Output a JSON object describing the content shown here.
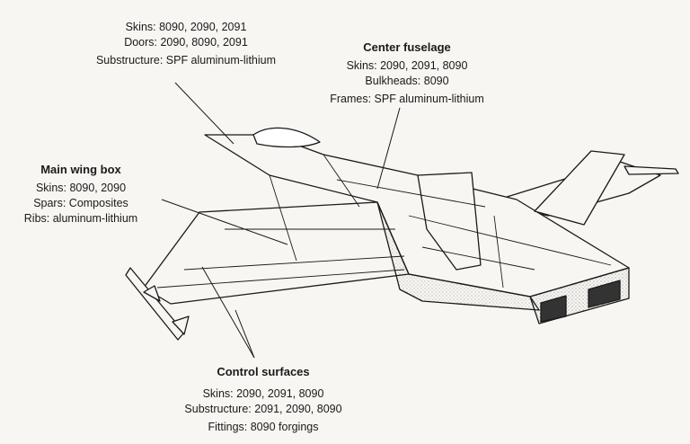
{
  "nose": {
    "lines": [
      "Skins: 8090, 2090, 2091",
      "Doors: 2090, 8090, 2091",
      "Substructure: SPF aluminum-lithium"
    ]
  },
  "center_fuselage": {
    "title": "Center fuselage",
    "lines": [
      "Skins: 2090, 2091, 8090",
      "Bulkheads: 8090",
      "Frames: SPF aluminum-lithium"
    ]
  },
  "main_wing_box": {
    "title": "Main wing box",
    "lines": [
      "Skins: 8090, 2090",
      "Spars: Composites",
      "Ribs: aluminum-lithium"
    ]
  },
  "control_surfaces": {
    "title": "Control surfaces",
    "lines": [
      "Skins: 2090, 2091, 8090",
      "Substructure: 2091, 2090, 8090",
      "Fittings: 8090 forgings"
    ]
  },
  "colors": {
    "ink": "#1a1a1a",
    "paper": "#f7f6f2"
  }
}
